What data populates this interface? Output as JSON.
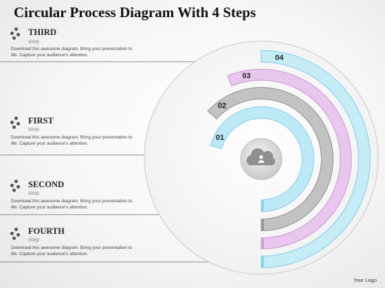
{
  "title": "Circular Process Diagram With 4 Steps",
  "steps": [
    {
      "name": "THIRD",
      "sub": "step",
      "desc": "Download this awesome diagram. Bring your presentation to life. Capture your audience's attention."
    },
    {
      "name": "FIRST",
      "sub": "step",
      "desc": "Download this awesome diagram. Bring your presentation to life. Capture your audience's attention."
    },
    {
      "name": "SECOND",
      "sub": "step",
      "desc": "Download this awesome diagram. Bring your presentation to life. Capture your audience's attention."
    },
    {
      "name": "FOURTH",
      "sub": "step",
      "desc": "Download this awesome diagram. Bring your presentation to life. Capture your audience's attention."
    }
  ],
  "arcs": [
    {
      "number": "01",
      "color": "#bde9f7",
      "stroke": "#8fd2ec"
    },
    {
      "number": "02",
      "color": "#c2c2c2",
      "stroke": "#9a9a9a"
    },
    {
      "number": "03",
      "color": "#e9c6ee",
      "stroke": "#cf9fd8"
    },
    {
      "number": "04",
      "color": "#c6ecf6",
      "stroke": "#8fd2ec"
    }
  ],
  "center_icon": "cloud-user-icon",
  "logo": "Your Logo"
}
